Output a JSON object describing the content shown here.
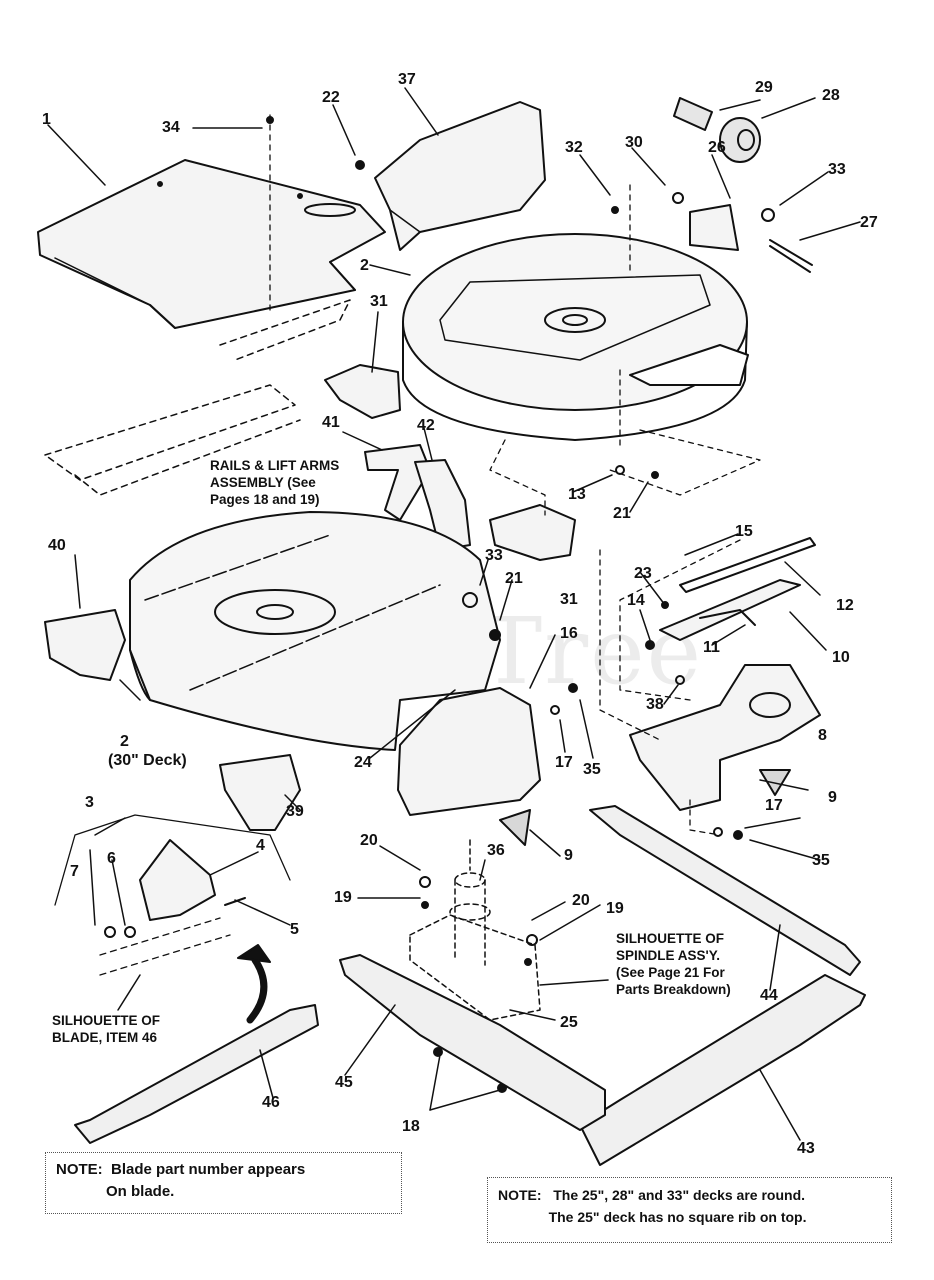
{
  "watermark": "PartsTree",
  "labels": {
    "n1": "1",
    "n2a": "2",
    "n2b": "2",
    "n3": "3",
    "n4": "4",
    "n5": "5",
    "n6": "6",
    "n7": "7",
    "n8": "8",
    "n9a": "9",
    "n9b": "9",
    "n10": "10",
    "n11": "11",
    "n12": "12",
    "n13": "13",
    "n14": "14",
    "n15": "15",
    "n16": "16",
    "n17a": "17",
    "n17b": "17",
    "n18": "18",
    "n19a": "19",
    "n19b": "19",
    "n20a": "20",
    "n20b": "20",
    "n21a": "21",
    "n21b": "21",
    "n22": "22",
    "n23": "23",
    "n24": "24",
    "n25": "25",
    "n26": "26",
    "n27": "27",
    "n28": "28",
    "n29": "29",
    "n30": "30",
    "n31a": "31",
    "n31b": "31",
    "n32": "32",
    "n33a": "33",
    "n33b": "33",
    "n34": "34",
    "n35a": "35",
    "n35b": "35",
    "n36": "36",
    "n37": "37",
    "n38": "38",
    "n39": "39",
    "n40": "40",
    "n41": "41",
    "n42": "42",
    "n43": "43",
    "n44": "44",
    "n45": "45",
    "n46": "46"
  },
  "captions": {
    "deck30": "(30\" Deck)",
    "rails": "RAILS & LIFT ARMS\nASSEMBLY (See\nPages 18 and 19)",
    "spindle": "SILHOUETTE OF\nSPINDLE ASS'Y.\n(See Page 21 For\nParts Breakdown)",
    "blade_sil": "SILHOUETTE OF\nBLADE, ITEM 46"
  },
  "notes": {
    "left": {
      "line1": "NOTE:  Blade part number appears",
      "line2": "            On blade."
    },
    "right": {
      "line1": "NOTE:   The 25\", 28\" and 33\" decks are round.",
      "line2": "             The 25\" deck has no square rib on top."
    }
  }
}
